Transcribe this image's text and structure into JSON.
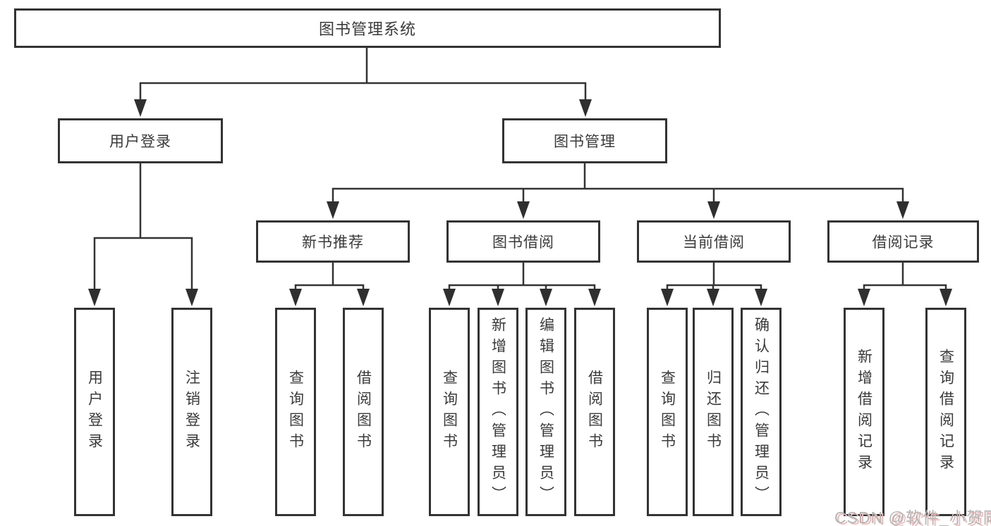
{
  "tree": {
    "root": "图书管理系统",
    "children": [
      {
        "label": "用户登录",
        "children": [
          "用户登录",
          "注销登录"
        ]
      },
      {
        "label": "图书管理",
        "children": [
          {
            "label": "新书推荐",
            "children": [
              "查询图书",
              "借阅图书"
            ]
          },
          {
            "label": "图书借阅",
            "children": [
              "查询图书",
              "新增图书（管理员）",
              "编辑图书（管理员）",
              "借阅图书"
            ]
          },
          {
            "label": "当前借阅",
            "children": [
              "查询图书",
              "归还图书",
              "确认归还（管理员）"
            ]
          },
          {
            "label": "借阅记录",
            "children": [
              "新增借阅记录",
              "查询借阅记录"
            ]
          }
        ]
      }
    ]
  },
  "watermark": "CSDN @软件_小贺同学",
  "colors": {
    "line": "#333333",
    "box_border": "#333333",
    "text": "#3a3a3a",
    "background": "#ffffff",
    "watermark": "#b5b5b5",
    "watermark_shadow": "#edb9b9"
  }
}
